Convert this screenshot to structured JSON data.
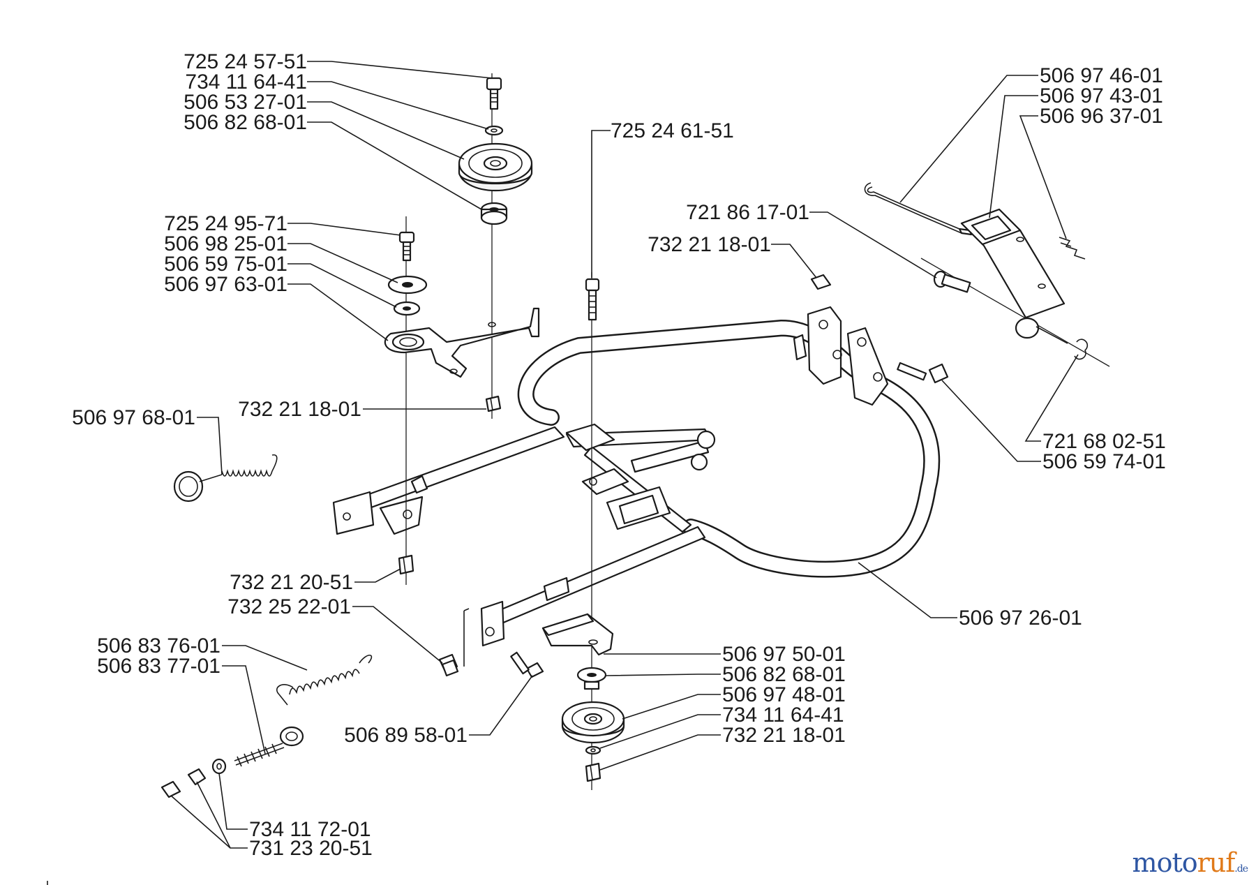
{
  "labels": [
    "725 24 57-51",
    "734 11 64-41",
    "506 53 27-01",
    "506 82 68-01",
    "725 24 95-71",
    "506 98 25-01",
    "506 59 75-01",
    "506 97 63-01",
    "725 24 61-51",
    "721 86 17-01",
    "732 21 18-01",
    "506 97 46-01",
    "506 97 43-01",
    "506 96 37-01",
    "506 97 68-01",
    "732 21 18-01",
    "721 68 02-51",
    "506 59 74-01",
    "732 21 20-51",
    "732 25 22-01",
    "506 97 26-01",
    "506 83 76-01",
    "506 83 77-01",
    "506 97 50-01",
    "506 82 68-01",
    "506 97 48-01",
    "734 11 64-41",
    "732 21 18-01",
    "506 89 58-01",
    "734 11 72-01",
    "731 23 20-51"
  ],
  "watermark": {
    "part1": "moto",
    "part2": "ruf",
    "part3": ".de"
  }
}
